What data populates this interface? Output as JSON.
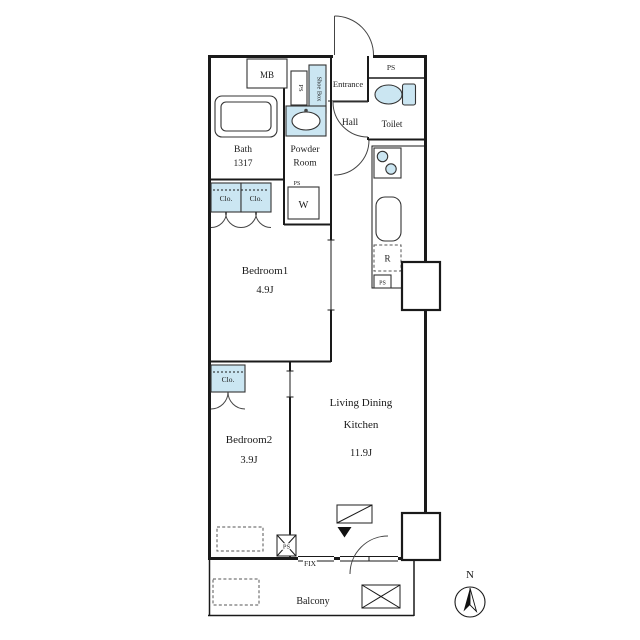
{
  "meta": {
    "type": "apartment-floor-plan"
  },
  "colors": {
    "wall": "#1a1a1a",
    "fixture_fill": "#cbe6f2",
    "background": "#ffffff"
  },
  "rooms": {
    "bath": {
      "name": "Bath",
      "size": "1317"
    },
    "powder_room": {
      "name_line1": "Powder",
      "name_line2": "Room"
    },
    "entrance": {
      "name": "Entrance"
    },
    "hall": {
      "name": "Hall"
    },
    "toilet": {
      "name": "Toilet"
    },
    "bedroom1": {
      "name": "Bedroom1",
      "size": "4.9J"
    },
    "bedroom2": {
      "name": "Bedroom2",
      "size": "3.9J"
    },
    "ldk": {
      "name_line1": "Living Dining",
      "name_line2": "Kitchen",
      "size": "11.9J"
    },
    "balcony": {
      "name": "Balcony"
    }
  },
  "labels": {
    "mb": "MB",
    "ps": "PS",
    "shoe_box": "Shoe Box",
    "washing_machine": "W",
    "refrigerator": "R",
    "closet": "Clo.",
    "fix_window": "FIX",
    "north": "N"
  }
}
